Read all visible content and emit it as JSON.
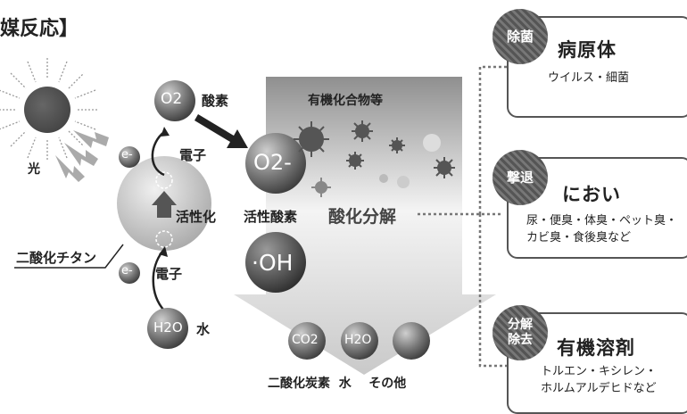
{
  "title": "媒反応】",
  "left": {
    "light": "光",
    "oxygen": "O2",
    "oxygen_label": "酸素",
    "electron_sym": "e-",
    "electron_label_top": "電子",
    "activation": "活性化",
    "titanium": "二酸化チタン",
    "electron_label_bottom": "電子",
    "water": "H2O",
    "water_label": "水"
  },
  "center": {
    "organic": "有機化合物等",
    "superoxide": "O2-",
    "active_oxygen": "活性酸素",
    "decompose": "酸化分解",
    "hydroxyl": "·OH",
    "co2": "CO2",
    "h2o": "H2O",
    "products_label": "二酸化炭素  水    その他"
  },
  "cards": [
    {
      "badge": "除菌",
      "title": "病原体",
      "desc": "ウイルス・細菌"
    },
    {
      "badge": "撃退",
      "title": "におい",
      "desc": "尿・便臭・体臭・ペット臭・\nカビ臭・食後臭など"
    },
    {
      "badge": "分解\n除去",
      "title": "有機溶剤",
      "desc": "トルエン・キシレン・\nホルムアルデヒドなど"
    }
  ],
  "colors": {
    "dark": "#333333",
    "mid": "#777777",
    "light": "#dddddd"
  }
}
